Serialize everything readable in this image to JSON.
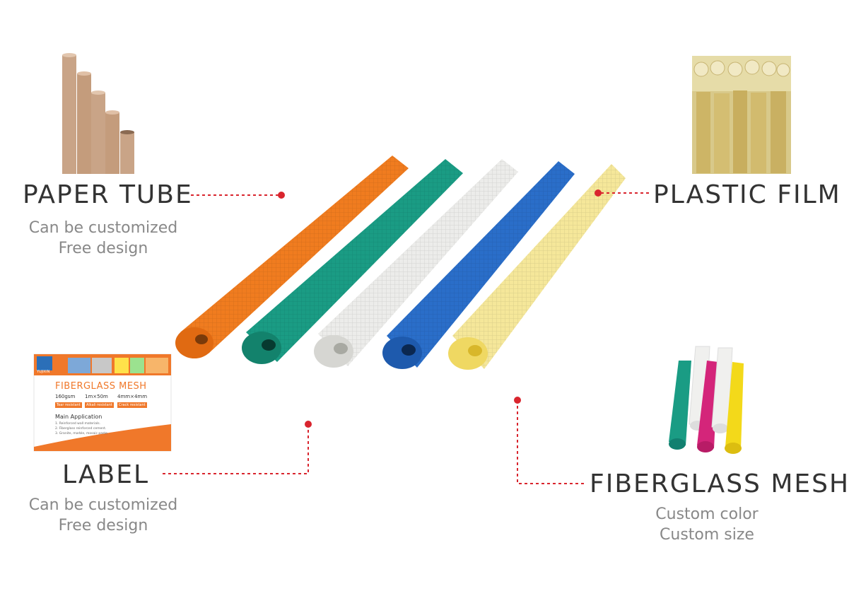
{
  "colors": {
    "accent": "#d9252e",
    "title": "#333333",
    "subtitle": "#888888",
    "label_orange": "#f0782a"
  },
  "paper_tube": {
    "title": "PAPER TUBE",
    "line1": "Can be customized",
    "line2": "Free design"
  },
  "plastic_film": {
    "title": "PLASTIC FILM"
  },
  "label": {
    "title": "LABEL",
    "line1": "Can be customized",
    "line2": "Free design",
    "card": {
      "brand": "YUJIXIN",
      "heading": "FIBERGLASS MESH",
      "specs": [
        "160gsm",
        "1m×50m",
        "4mm×4mm"
      ],
      "badges": [
        "Tear resistant",
        "Alkali resistant",
        "Crack resistant"
      ],
      "app_title": "Main Application",
      "app_items": [
        "1. Reinforced wall materials.",
        "2. Fiberglass reinforced cement.",
        "3. Granite, marble, mosaic paste."
      ]
    }
  },
  "fiberglass_mesh": {
    "title": "FIBERGLASS MESH",
    "line1": "Custom color",
    "line2": "Custom size"
  }
}
